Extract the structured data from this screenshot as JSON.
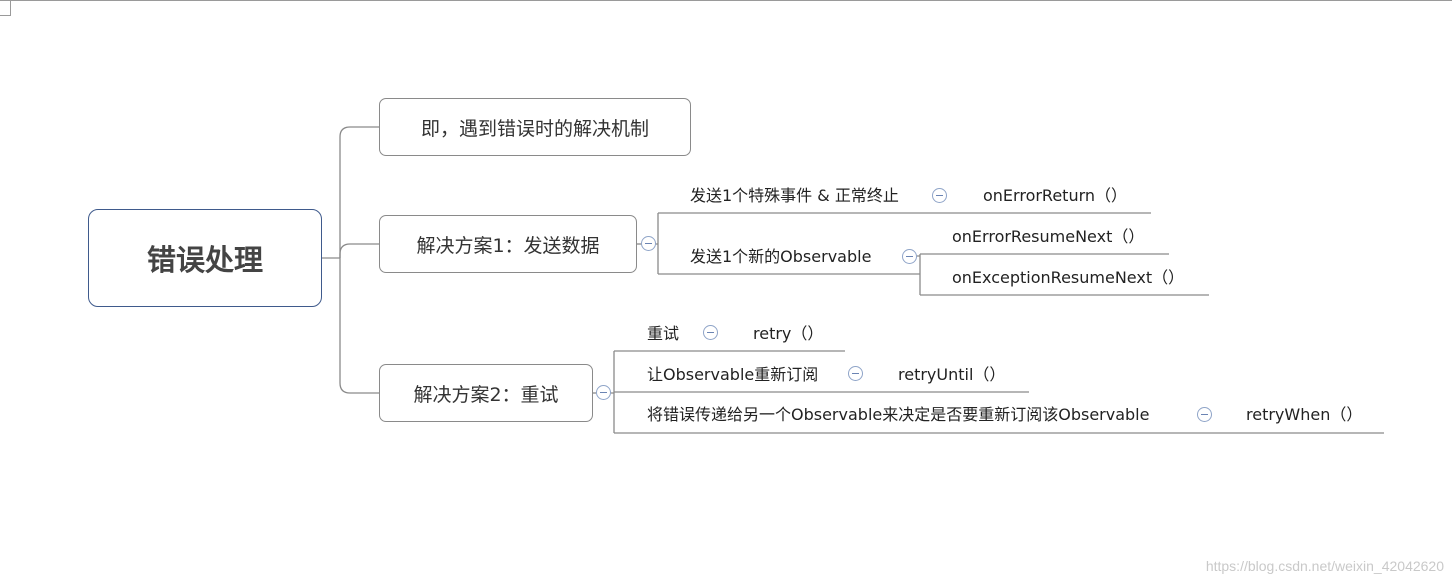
{
  "root": {
    "label": "错误处理"
  },
  "branches": [
    {
      "label": "即，遇到错误时的解决机制"
    },
    {
      "label": "解决方案1：发送数据",
      "children": [
        {
          "label": "发送1个特殊事件 & 正常终止",
          "methods": [
            "onErrorReturn（）"
          ]
        },
        {
          "label": "发送1个新的Observable",
          "methods": [
            "onErrorResumeNext（）",
            "onExceptionResumeNext（）"
          ]
        }
      ]
    },
    {
      "label": "解决方案2：重试",
      "children": [
        {
          "label": "重试",
          "methods": [
            "retry（）"
          ]
        },
        {
          "label": "让Observable重新订阅",
          "methods": [
            "retryUntil（）"
          ]
        },
        {
          "label": "将错误传递给另一个Observable来决定是否要重新订阅该Observable",
          "methods": [
            "retryWhen（）"
          ]
        }
      ]
    }
  ],
  "icons": {
    "collapse": "collapse-minus-icon"
  },
  "colors": {
    "root_border": "#3f5a8c",
    "branch_border": "#8a8a8a",
    "connector": "#8a8a8a",
    "toggle": "#6b84b3"
  },
  "watermark": "https://blog.csdn.net/weixin_42042620"
}
